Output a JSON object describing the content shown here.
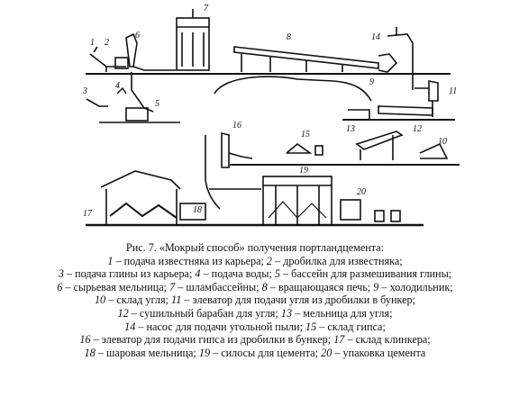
{
  "figure": {
    "labels": [
      "1",
      "2",
      "3",
      "4",
      "5",
      "6",
      "7",
      "8",
      "9",
      "10",
      "11",
      "12",
      "13",
      "14",
      "15",
      "16",
      "17",
      "18",
      "19",
      "20"
    ]
  },
  "caption": {
    "title": "Рис. 7. «Мокрый способ» получения портландцемента:",
    "lines": [
      [
        {
          "n": "1",
          "t": " – подача известняка из карьера; "
        },
        {
          "n": "2",
          "t": " – дробилка для известняка;"
        }
      ],
      [
        {
          "n": "3",
          "t": " – подача глины из карьера; "
        },
        {
          "n": "4",
          "t": " – подача воды; "
        },
        {
          "n": "5",
          "t": " – бассейн для размешивания глины;"
        }
      ],
      [
        {
          "n": "6",
          "t": " – сырьевая мельница; "
        },
        {
          "n": "7",
          "t": " – шламбассейны; "
        },
        {
          "n": "8",
          "t": " – вращающаяся печь; "
        },
        {
          "n": "9",
          "t": " – холодильник;"
        }
      ],
      [
        {
          "n": "10",
          "t": " – склад угля; "
        },
        {
          "n": "11",
          "t": " – элеватор для подачи угля из дробилки в бункер;"
        }
      ],
      [
        {
          "n": "12",
          "t": " – сушильный барабан для угля; "
        },
        {
          "n": "13",
          "t": " – мельница для угля;"
        }
      ],
      [
        {
          "n": "14",
          "t": " – насос для подачи угольной пыли; "
        },
        {
          "n": "15",
          "t": " – склад гипса;"
        }
      ],
      [
        {
          "n": "16",
          "t": " – элеватор для подачи гипса из дробилки в бункер; "
        },
        {
          "n": "17",
          "t": " – склад клинкера;"
        }
      ],
      [
        {
          "n": "18",
          "t": " – шаровая мельница; "
        },
        {
          "n": "19",
          "t": " – силосы для цемента; "
        },
        {
          "n": "20",
          "t": " – упаковка цемента"
        }
      ]
    ]
  }
}
